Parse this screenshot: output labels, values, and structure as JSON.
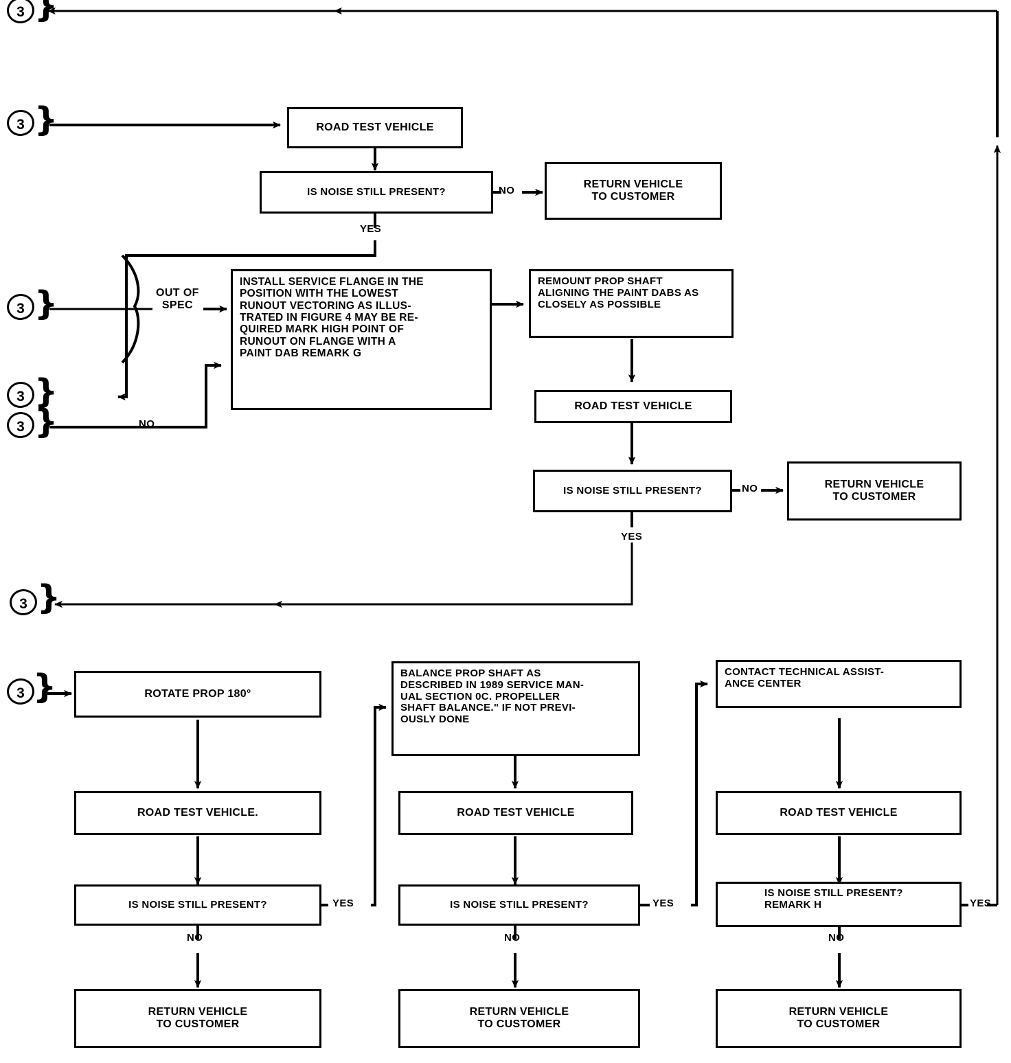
{
  "diagram": {
    "title": "Propeller Shaft Noise Diagnosis Flowchart (Sheet 3 continuation)",
    "connector_symbol": "3"
  },
  "connectors": [
    {
      "id": "conn-top",
      "label": "3"
    },
    {
      "id": "conn-road-test",
      "label": "3"
    },
    {
      "id": "conn-out-spec",
      "label": "3"
    },
    {
      "id": "conn-return-a",
      "label": "3"
    },
    {
      "id": "conn-no-in",
      "label": "3"
    },
    {
      "id": "conn-mid-out",
      "label": "3"
    },
    {
      "id": "conn-rotate",
      "label": "3"
    }
  ],
  "boxes": {
    "road_test_top": "ROAD TEST VEHICLE",
    "noise_top": "IS NOISE STILL PRESENT?",
    "return_top": "RETURN VEHICLE\nTO CUSTOMER",
    "install_flange": "INSTALL SERVICE FLANGE IN THE\nPOSITION WITH THE LOWEST\nRUNOUT  VECTORING AS ILLUS-\nTRATED IN FIGURE 4 MAY BE RE-\nQUIRED  MARK HIGH POINT OF\nRUNOUT ON FLANGE WITH A\nPAINT DAB  REMARK G",
    "remount_shaft": "REMOUNT PROP SHAFT\nALIGNING THE PAINT DABS AS\nCLOSELY AS POSSIBLE",
    "road_test_mid": "ROAD TEST VEHICLE",
    "noise_mid": "IS NOISE STILL PRESENT?",
    "return_mid": "RETURN VEHICLE\nTO CUSTOMER",
    "rotate_prop": "ROTATE PROP 180°",
    "road_test_c1": "ROAD TEST VEHICLE.",
    "noise_c1": "IS NOISE STILL PRESENT?",
    "return_c1": "RETURN VEHICLE\nTO CUSTOMER",
    "balance_shaft": "BALANCE PROP SHAFT AS\nDESCRIBED IN 1989 SERVICE MAN-\nUAL SECTION 0C.   PROPELLER\nSHAFT BALANCE.\" IF NOT PREVI-\nOUSLY DONE",
    "road_test_c2": "ROAD TEST VEHICLE",
    "noise_c2": "IS NOISE STILL PRESENT?",
    "return_c2": "RETURN VEHICLE\nTO CUSTOMER",
    "contact_tac": "CONTACT TECHNICAL ASSIST-\nANCE CENTER",
    "road_test_c3": "ROAD TEST VEHICLE",
    "noise_c3": "IS NOISE STILL PRESENT?\nREMARK H",
    "return_c3": "RETURN VEHICLE\nTO CUSTOMER"
  },
  "edge_labels": {
    "no_top": "NO",
    "yes_top": "YES",
    "out_of_spec": "OUT OF\nSPEC",
    "no_left_in": "NO",
    "no_mid": "NO",
    "yes_mid": "YES",
    "yes_c1": "YES",
    "no_c1": "NO",
    "yes_c2": "YES",
    "no_c2": "NO",
    "yes_c3": "YES",
    "no_c3": "NO"
  },
  "colors": {
    "ink": "#000000",
    "paper": "#ffffff"
  }
}
